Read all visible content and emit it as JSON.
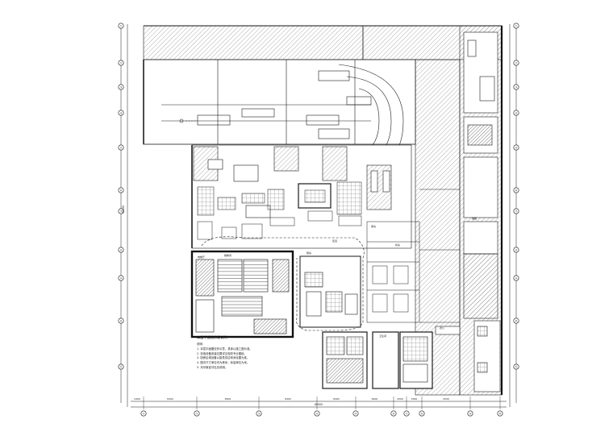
{
  "drawing": {
    "caption": "本层平面图示意说明",
    "notes": [
      "说明：",
      "1. 本层平面图仅作示意，具体以施工图为准。",
      "2. 机电设备安装位置详见相关专业图纸。",
      "3. 厨房区域设备以厨具供应商深化图为准。",
      "4. 图中尺寸单位均为毫米，标高单位为米。",
      "5. 未尽事宜详见总说明。"
    ],
    "axis_numbers_left": [
      "①",
      "②",
      "③",
      "④",
      "⑤",
      "⑥",
      "⑦",
      "⑧",
      "⑨",
      "⑩",
      "⑪"
    ],
    "axis_numbers_bottom": [
      "①",
      "②",
      "③",
      "④",
      "⑤",
      "⑥",
      "⑦",
      "⑧",
      "⑨",
      "⑩"
    ],
    "dimensions_bottom": [
      "2400",
      "8400",
      "8400",
      "8400",
      "8400",
      "8400",
      "4500",
      "3000",
      "4500"
    ],
    "dimension_total": "60900",
    "dimension_side": "52400",
    "room_labels": [
      "厨房",
      "库房",
      "楼梯间",
      "电梯厅",
      "机房",
      "办公",
      "卫生间",
      "走道",
      "储藏"
    ]
  },
  "colors": {
    "line": "#1a1a1a",
    "hatch": "#7a7a7a",
    "dense": "#333333",
    "paper": "#ffffff"
  }
}
